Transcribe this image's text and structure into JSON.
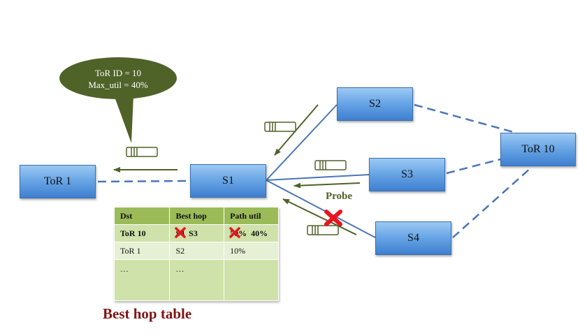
{
  "nodes": {
    "tor1": "ToR 1",
    "s1": "S1",
    "s2": "S2",
    "s3": "S3",
    "s4": "S4",
    "tor10": "ToR 10"
  },
  "bubble": {
    "line1": "ToR  ID = 10",
    "line2": "Max_util = 40%"
  },
  "probe_label": "Probe",
  "table": {
    "headers": [
      "Dst",
      "Best hop",
      "Path util"
    ],
    "rows": [
      {
        "dst": "ToR 10",
        "best_hop_old": "S4",
        "best_hop_new": "S3",
        "util_old": "50%",
        "util_new": "40%"
      },
      {
        "dst": "ToR 1",
        "best_hop": "S2",
        "util": "10%"
      },
      {
        "dst": "…",
        "best_hop": "…",
        "util": ""
      }
    ]
  },
  "caption": "Best hop table",
  "colors": {
    "node_fill": "#5f9fe4",
    "link": "#4a76b8",
    "arrow": "#4f6228",
    "bubble": "#4f6228",
    "table_header": "#9bbb59",
    "table_row_dark": "#cfe2a9",
    "table_row_light": "#e6f0d4",
    "x_mark": "#e8141e",
    "caption": "#7f1414"
  }
}
